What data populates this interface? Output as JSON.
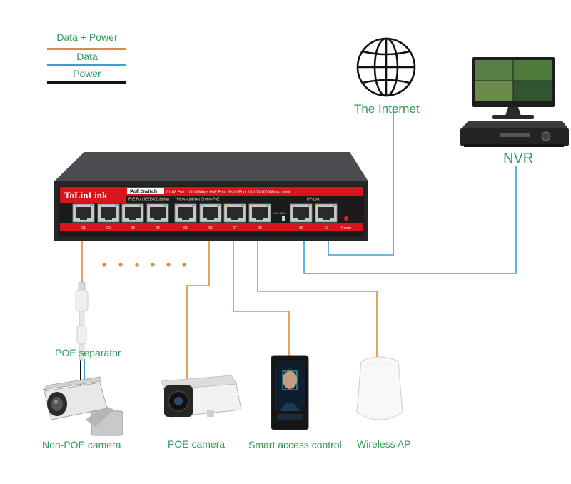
{
  "legend": {
    "items": [
      {
        "label": "Data + Power",
        "color": "#e08a3c"
      },
      {
        "label": "Data",
        "color": "#3aa0d0"
      },
      {
        "label": "Power",
        "color": "#111111"
      }
    ]
  },
  "internet": {
    "label": "The Internet"
  },
  "nvr": {
    "label": "NVR"
  },
  "switch": {
    "brand": "ToLinLink",
    "model": "PoE Switch",
    "spec": "01-08 Port: 10/100Mbps PoE Port; 09-10 Port: 10/100/1000Mbps uplink",
    "group_poe": "PoE Port(IEEE802.3af/at)",
    "group_led": "Yellow=Link/Act  Green=PoE",
    "group_uplink": "UP-Link",
    "speed_note": "100m  250m",
    "power_label": "Power",
    "port_numbers": [
      "01",
      "02",
      "03",
      "04",
      "05",
      "06",
      "07",
      "08",
      "09",
      "10"
    ]
  },
  "devices": {
    "separator": "POE separator",
    "non_poe_camera": "Non-POE camera",
    "poe_camera": "POE camera",
    "access_control": "Smart access control",
    "wireless_ap": "Wireless AP"
  },
  "colors": {
    "orange": "#e08a3c",
    "blue": "#3aa0d0",
    "black": "#111111",
    "green_text": "#2f9a57",
    "switch_red": "#d8151c"
  }
}
